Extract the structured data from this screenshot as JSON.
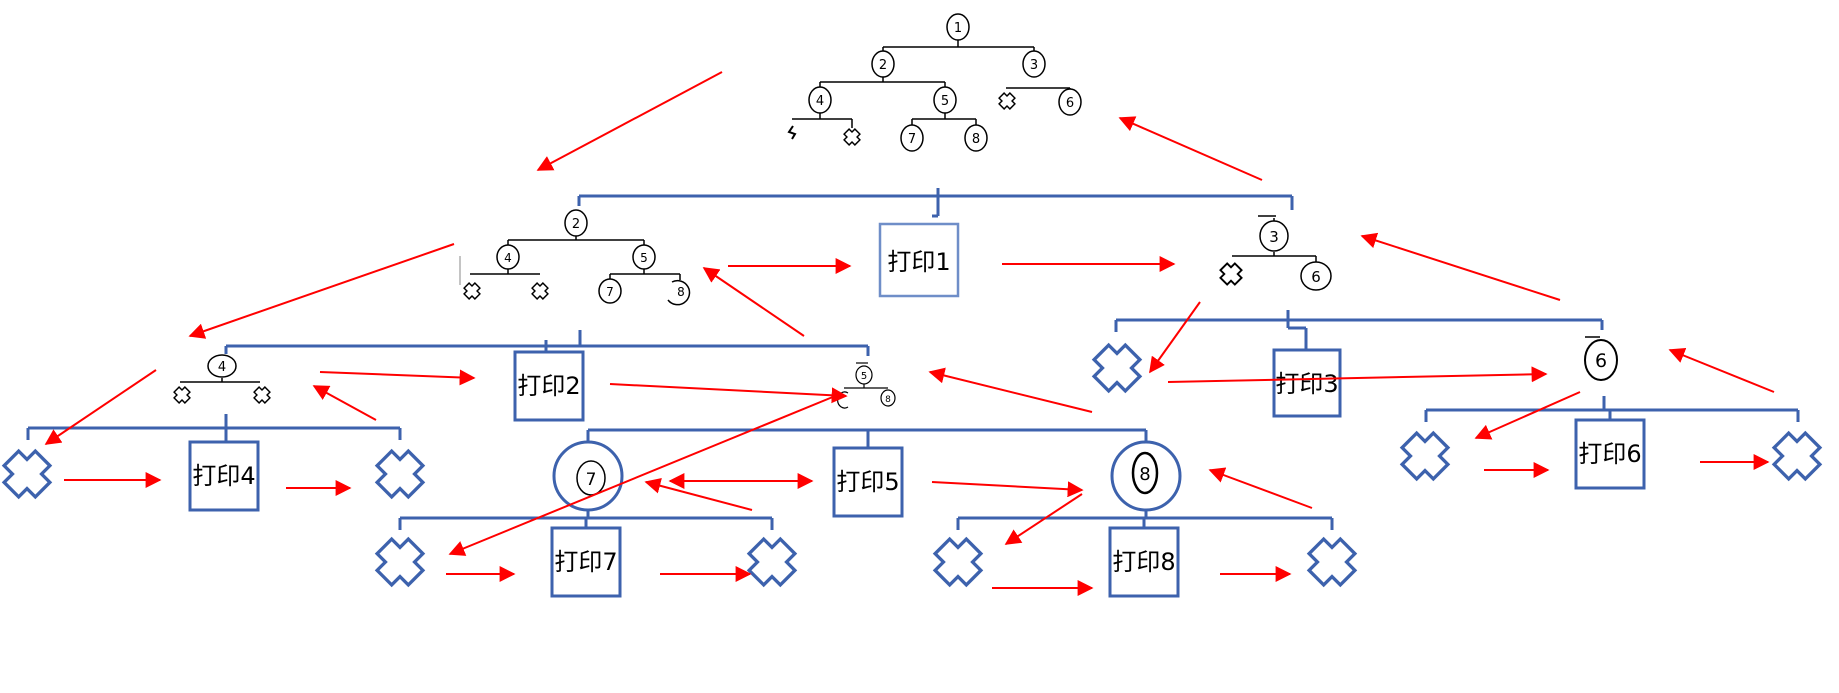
{
  "colors": {
    "blue": "#3d62ad",
    "blue_root_box": "#6f8ec8",
    "red": "#ff0000",
    "black": "#000000"
  },
  "icons": {
    "x": "x-cross-icon",
    "arrow": "red-arrow-icon"
  },
  "nodes": {
    "n1": "1",
    "n2": "2",
    "n3": "3",
    "n4": "4",
    "n5": "5",
    "n6": "6",
    "n7": "7",
    "n8": "8"
  },
  "prints": {
    "p1": "打印1",
    "p2": "打印2",
    "p3": "打印3",
    "p4": "打印4",
    "p5": "打印5",
    "p6": "打印6",
    "p7": "打印7",
    "p8": "打印8"
  }
}
